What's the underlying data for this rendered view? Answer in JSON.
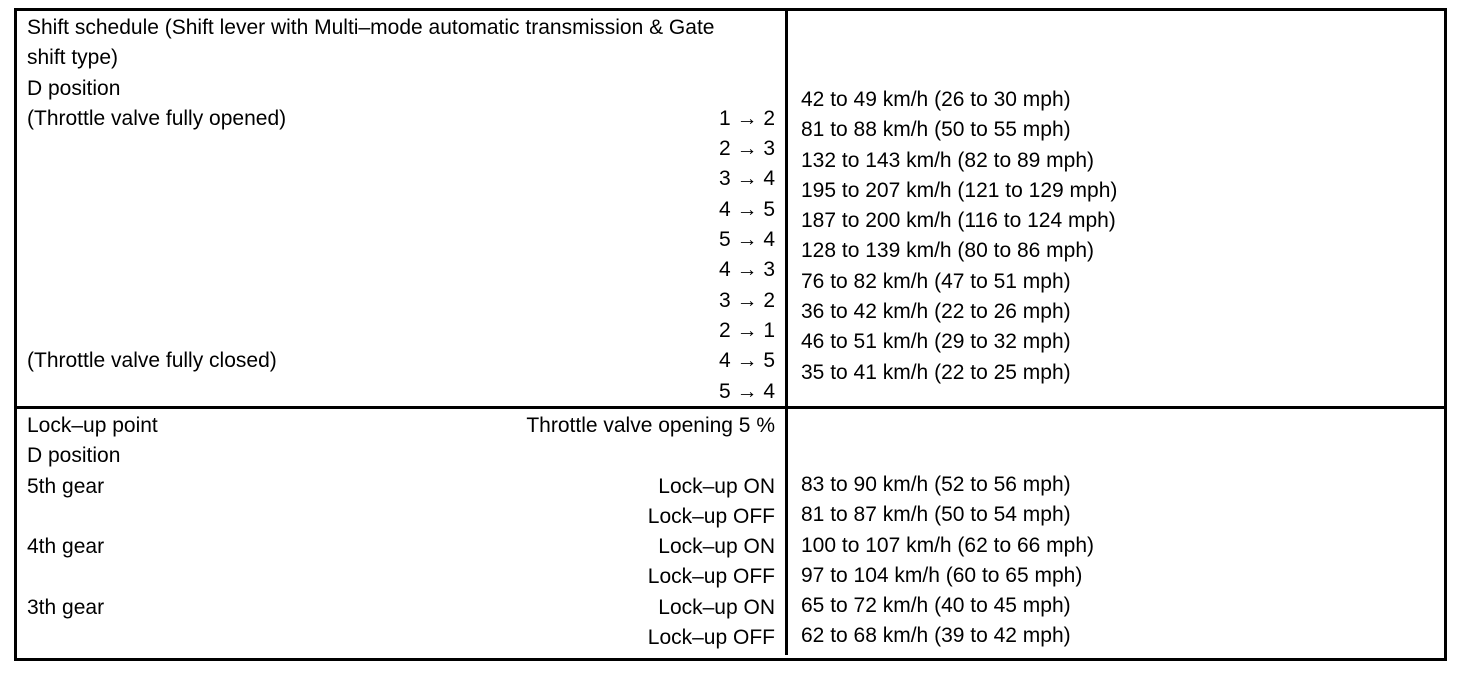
{
  "table": {
    "colors": {
      "ink": "#000000",
      "paper": "#ffffff"
    },
    "sections": [
      {
        "name": "shift-schedule",
        "left_lines": [
          {
            "label": "Shift schedule (Shift lever with Multi–mode automatic transmission & Gate",
            "value": ""
          },
          {
            "label": "shift type)",
            "value": ""
          },
          {
            "label": "D position",
            "value": ""
          },
          {
            "label": "(Throttle valve fully opened)",
            "value": "1 → 2"
          },
          {
            "label": "",
            "value": "2 → 3"
          },
          {
            "label": "",
            "value": "3 → 4"
          },
          {
            "label": "",
            "value": "4 → 5"
          },
          {
            "label": "",
            "value": "5 → 4"
          },
          {
            "label": "",
            "value": "4 → 3"
          },
          {
            "label": "",
            "value": "3 → 2"
          },
          {
            "label": "",
            "value": "2 → 1"
          },
          {
            "label": "(Throttle valve fully closed)",
            "value": "4 → 5"
          },
          {
            "label": "",
            "value": "5 → 4"
          }
        ],
        "right_lines": [
          "42 to 49 km/h (26 to 30 mph)",
          "81 to 88 km/h (50 to 55 mph)",
          "132 to 143 km/h (82 to 89 mph)",
          "195 to 207 km/h (121 to 129 mph)",
          "187 to 200 km/h (116 to 124 mph)",
          "128 to 139 km/h (80 to 86 mph)",
          "76 to 82 km/h (47 to 51 mph)",
          "36 to 42 km/h (22 to 26 mph)",
          "46 to 51 km/h (29 to 32 mph)",
          "35 to 41 km/h (22 to 25 mph)"
        ]
      },
      {
        "name": "lock-up-point",
        "left_lines": [
          {
            "label": "Lock–up point",
            "value": "Throttle valve opening 5 %"
          },
          {
            "label": "D position",
            "value": ""
          },
          {
            "label": "5th gear",
            "value": "Lock–up ON"
          },
          {
            "label": "",
            "value": "Lock–up OFF"
          },
          {
            "label": "4th gear",
            "value": "Lock–up ON"
          },
          {
            "label": "",
            "value": "Lock–up OFF"
          },
          {
            "label": "3th gear",
            "value": "Lock–up ON"
          },
          {
            "label": "",
            "value": "Lock–up OFF"
          }
        ],
        "right_lines": [
          "83 to 90 km/h (52 to 56 mph)",
          "81 to 87 km/h (50 to 54 mph)",
          "100 to 107 km/h (62 to 66 mph)",
          "97 to 104 km/h (60 to 65 mph)",
          "65 to 72 km/h (40 to 45 mph)",
          "62 to 68 km/h (39 to 42 mph)"
        ]
      }
    ]
  }
}
